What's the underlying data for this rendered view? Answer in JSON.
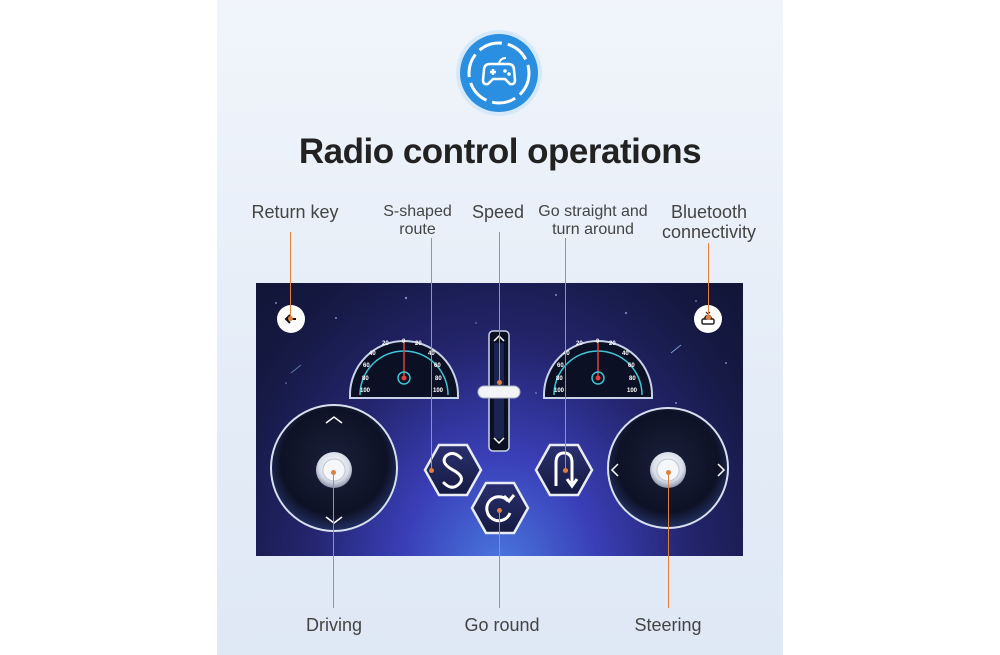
{
  "page": {
    "title": "Radio control operations"
  },
  "labels": {
    "return_key": "Return key",
    "s_route_line1": "S-shaped",
    "s_route_line2": "route",
    "speed": "Speed",
    "straight_line1": "Go straight and",
    "straight_line2": "turn around",
    "bluetooth_line1": "Bluetooth",
    "bluetooth_line2": "connectivity",
    "driving": "Driving",
    "go_round": "Go round",
    "steering": "Steering"
  },
  "gauges": {
    "left": {
      "ticks": [
        "20",
        "0",
        "20",
        "40",
        "40",
        "60",
        "60",
        "80",
        "80",
        "100",
        "100"
      ]
    },
    "right": {
      "ticks": [
        "20",
        "0",
        "20",
        "40",
        "40",
        "60",
        "60",
        "80",
        "80",
        "100",
        "100"
      ]
    }
  },
  "colors": {
    "accent_line": "#e0803c",
    "logo_blue": "#2a8fe0",
    "gauge_teal": "#3ec6d6"
  },
  "icons": {
    "logo": "gamepad-icon",
    "return": "arrow-left-icon",
    "bluetooth": "bluetooth-car-icon",
    "s_route": "s-route-icon",
    "u_turn": "u-turn-icon",
    "round": "rotate-icon"
  }
}
